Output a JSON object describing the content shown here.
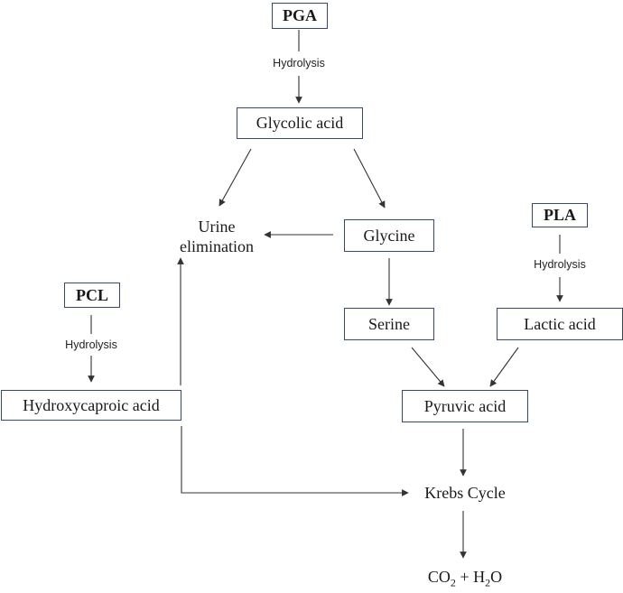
{
  "nodes": {
    "pga": "PGA",
    "glycolic_acid": "Glycolic acid",
    "urine_line1": "Urine",
    "urine_line2": "elimination",
    "glycine": "Glycine",
    "pla": "PLA",
    "pcl": "PCL",
    "serine": "Serine",
    "lactic_acid": "Lactic acid",
    "hydroxycaproic_acid": "Hydroxycaproic acid",
    "pyruvic_acid": "Pyruvic acid",
    "krebs_cycle": "Krebs Cycle",
    "co2_a": "CO",
    "co2_sub": "2",
    "plus": " + H",
    "h2o_sub": "2",
    "h2o_o": "O"
  },
  "edge_labels": {
    "pga_hydrolysis": "Hydrolysis",
    "pla_hydrolysis": "Hydrolysis",
    "pcl_hydrolysis": "Hydrolysis"
  },
  "colors": {
    "box_border": "#3a4a66",
    "arrow": "#333333"
  }
}
